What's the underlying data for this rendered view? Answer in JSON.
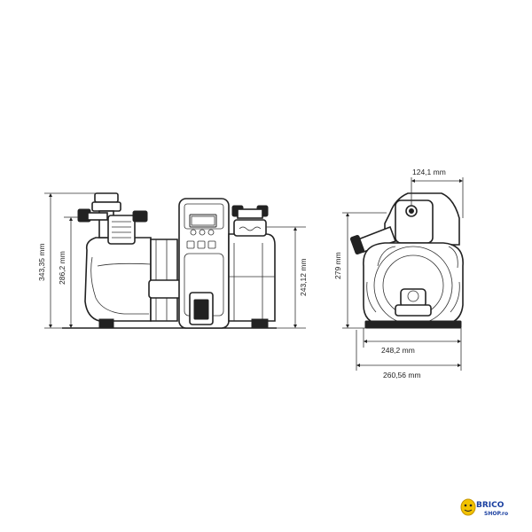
{
  "dimensions": {
    "overall_height": "343,35 mm",
    "body_height": "286,2 mm",
    "outlet_height": "243,12 mm",
    "rear_height": "279 mm",
    "top_offset": "124,1 mm",
    "base_width": "248,2 mm",
    "overall_width": "260,56 mm"
  },
  "logo": {
    "text": "BRICO",
    "subtext": "SHOP.ro"
  }
}
